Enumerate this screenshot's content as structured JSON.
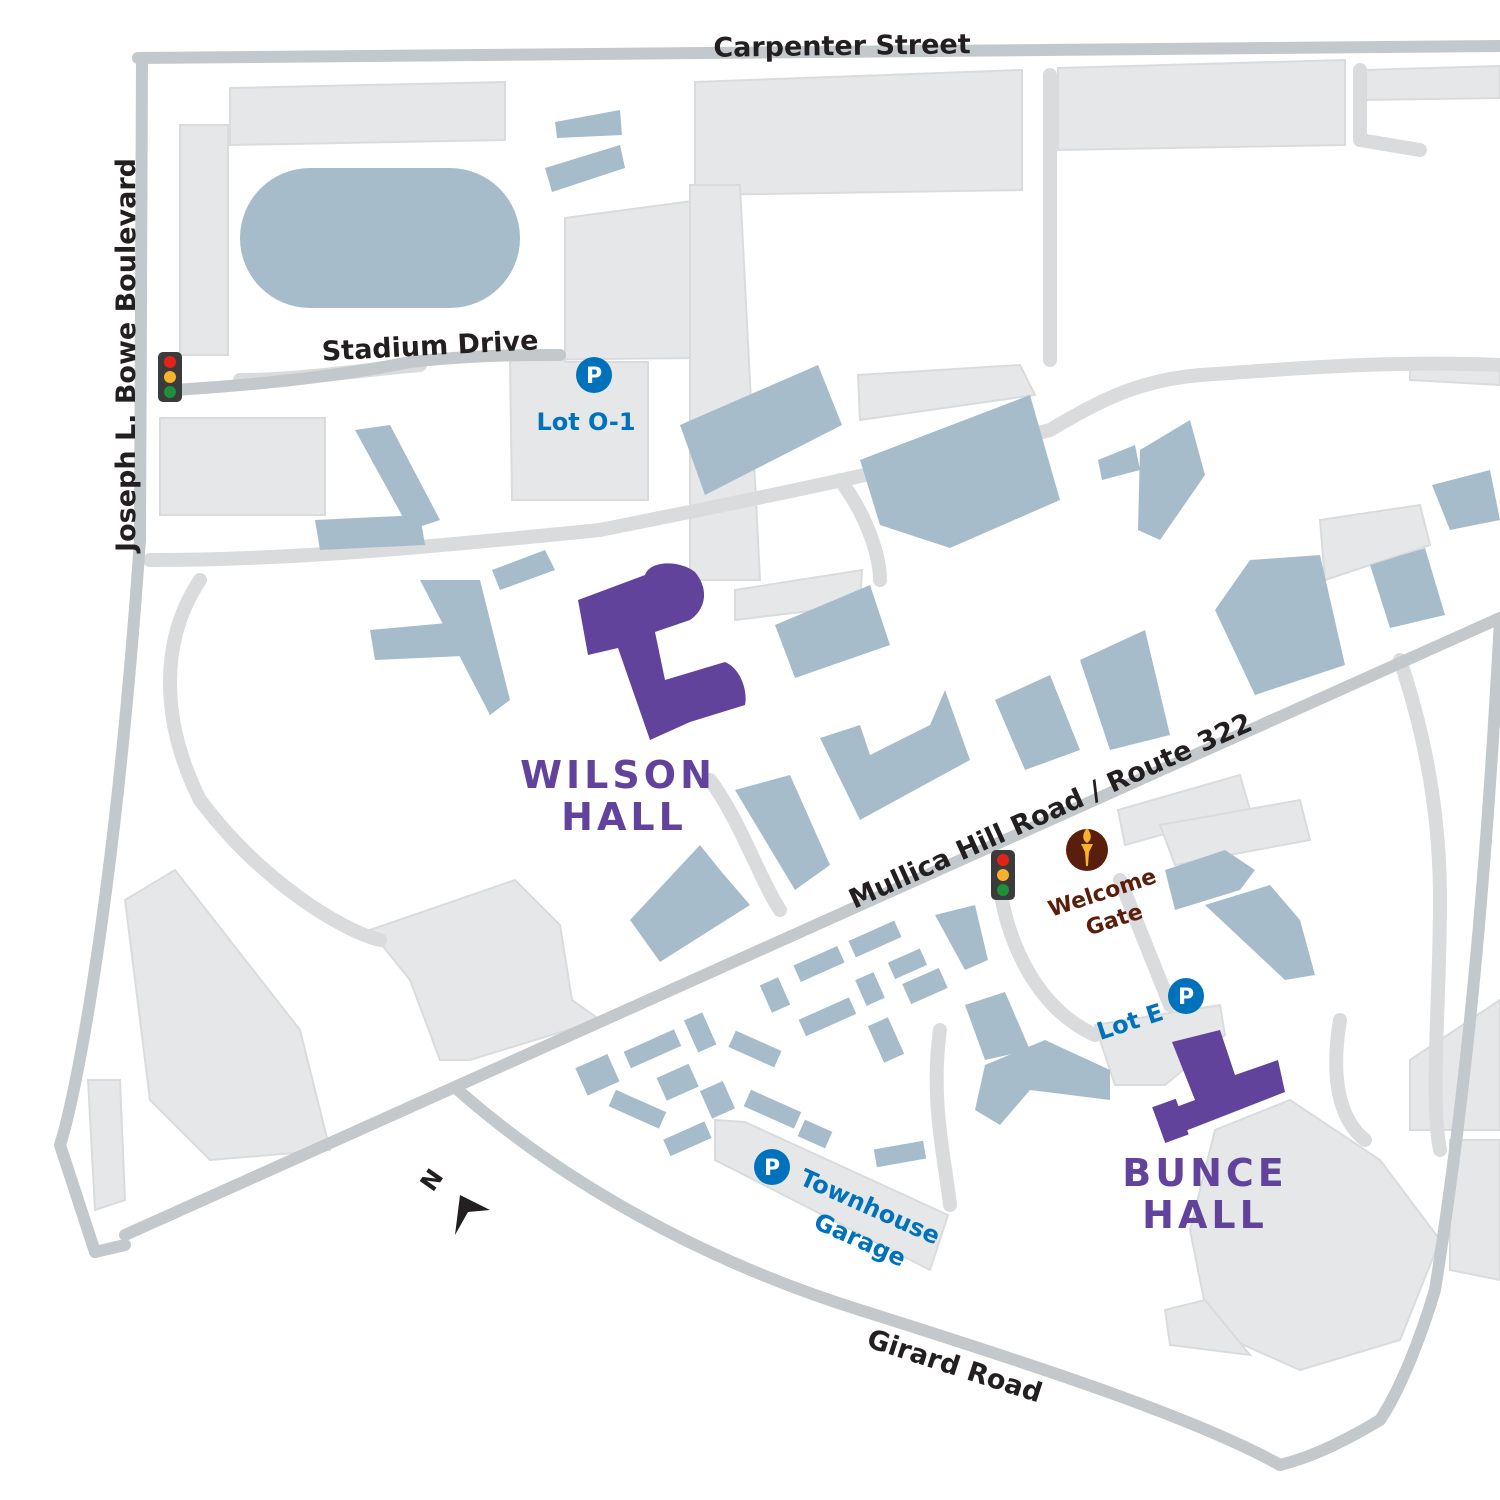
{
  "colors": {
    "road": "#c2c8cb",
    "lot": "#e6e7e8",
    "building": "#a7bccb",
    "highlight": "#62439b",
    "parking": "#0072bc",
    "gate": "#5a1e0c",
    "text": "#231f20"
  },
  "roads": {
    "carpenter": "Carpenter Street",
    "bowe": "Joseph L. Bowe Boulevard",
    "stadium": "Stadium Drive",
    "mullica": "Mullica Hill Road / Route 322",
    "girard": "Girard Road"
  },
  "parking": {
    "symbol": "P",
    "lot_o1": "Lot O-1",
    "lot_e": "Lot E",
    "townhouse_line1": "Townhouse",
    "townhouse_line2": "Garage"
  },
  "halls": {
    "wilson_line1": "WILSON",
    "wilson_line2": "HALL",
    "bunce_line1": "BUNCE",
    "bunce_line2": "HALL"
  },
  "gate": {
    "line1": "Welcome",
    "line2": "Gate",
    "icon": "torch-icon"
  },
  "compass": {
    "label": "N",
    "icon": "north-arrow-icon"
  },
  "icons": {
    "traffic_light": "traffic-light-icon",
    "parking": "parking-icon"
  }
}
